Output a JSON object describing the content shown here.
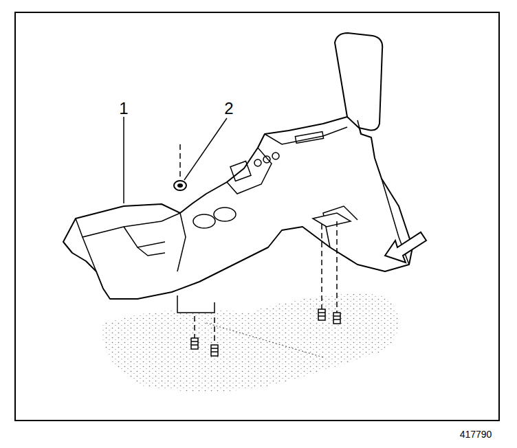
{
  "diagram": {
    "labels": [
      "1",
      "2",
      "417790"
    ]
  }
}
